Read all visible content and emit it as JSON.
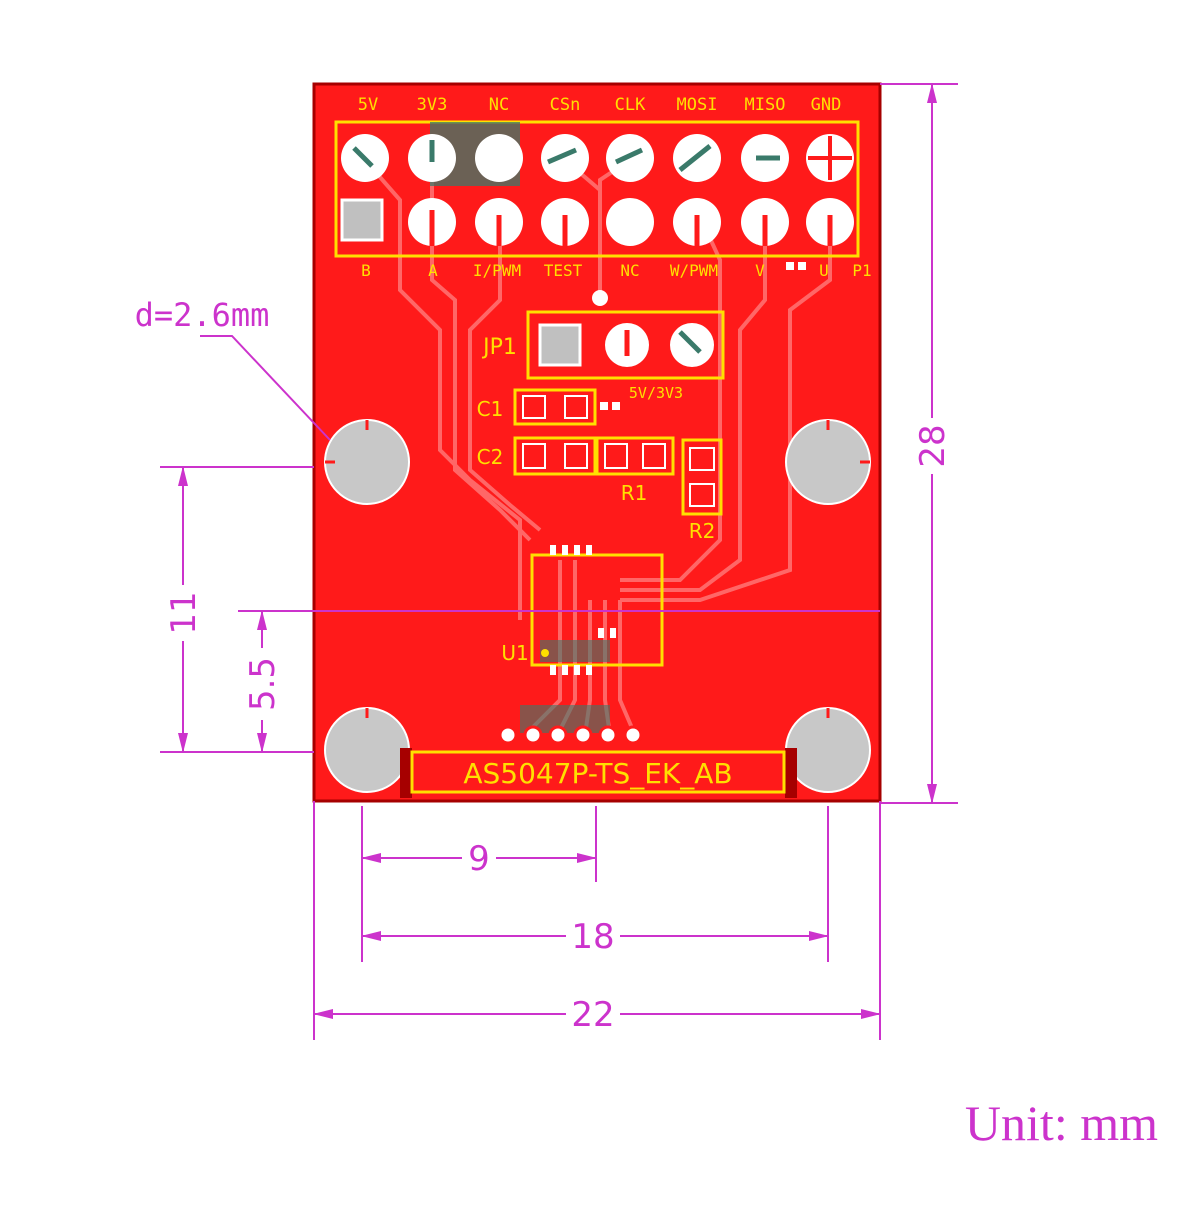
{
  "board": {
    "colors": {
      "board": "#ff1a1a",
      "border": "#a60000",
      "silkscreen": "#ffe000",
      "trace": "#ff6666",
      "copper_dark": "#3a7a6a",
      "pad_white": "#ffffff",
      "hole_gray": "#c8c8c8",
      "dimension": "#cc33cc"
    },
    "top_pins": [
      "5V",
      "3V3",
      "NC",
      "CSn",
      "CLK",
      "MOSI",
      "MISO",
      "GND"
    ],
    "bottom_pins": [
      "B",
      "A",
      "I/PWM",
      "TEST",
      "NC",
      "W/PWM",
      "V",
      "U",
      "P1"
    ],
    "jumper_label": "JP1",
    "jumper_sublabel": "5V/3V3",
    "components": {
      "c1": "C1",
      "c2": "C2",
      "r1": "R1",
      "r2": "R2",
      "u1": "U1"
    },
    "board_name": "AS5047P-TS_EK_AB"
  },
  "dimensions": {
    "hole_diameter": "d=2.6mm",
    "height": "28",
    "hole_spacing_vertical": "11",
    "hole_offset_vertical": "5.5",
    "half_width": "9",
    "hole_spacing_horizontal": "18",
    "width": "22"
  },
  "unit_note": "Unit: mm"
}
